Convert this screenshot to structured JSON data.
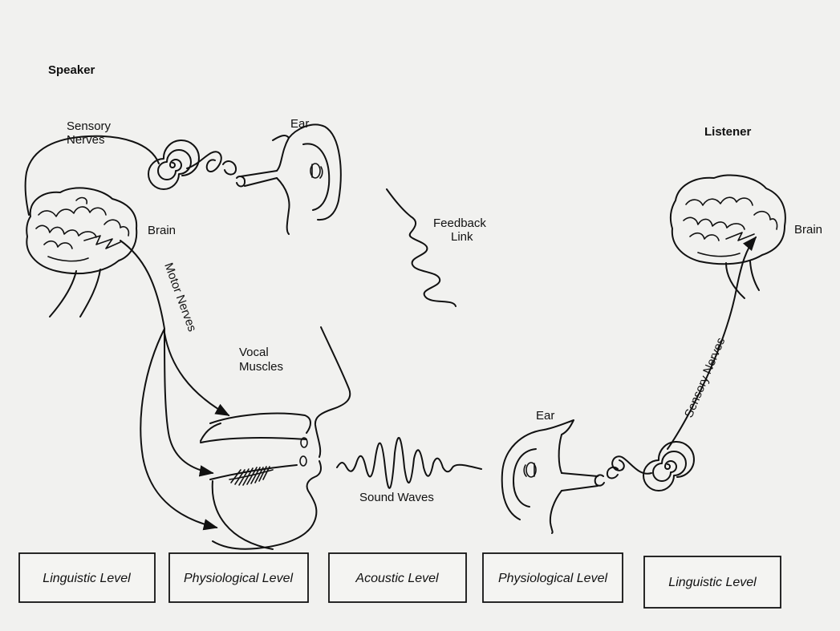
{
  "speaker": {
    "title": "Speaker"
  },
  "listener": {
    "title": "Listener"
  },
  "labels": {
    "sensory_nerves_line1": "Sensory",
    "sensory_nerves_line2": "Nerves",
    "ear_speaker": "Ear",
    "brain_speaker": "Brain",
    "motor_nerves": "Motor Nerves",
    "vocal_muscles_line1": "Vocal",
    "vocal_muscles_line2": "Muscles",
    "feedback_line1": "Feedback",
    "feedback_line2": "Link",
    "sound_waves": "Sound Waves",
    "ear_listener": "Ear",
    "brain_listener": "Brain",
    "sensory_nerves_listener": "Sensory Nerves"
  },
  "levels": [
    {
      "label": "Linguistic Level"
    },
    {
      "label": "Physiological Level"
    },
    {
      "label": "Acoustic Level"
    },
    {
      "label": "Physiological Level"
    },
    {
      "label": "Linguistic Level"
    }
  ]
}
